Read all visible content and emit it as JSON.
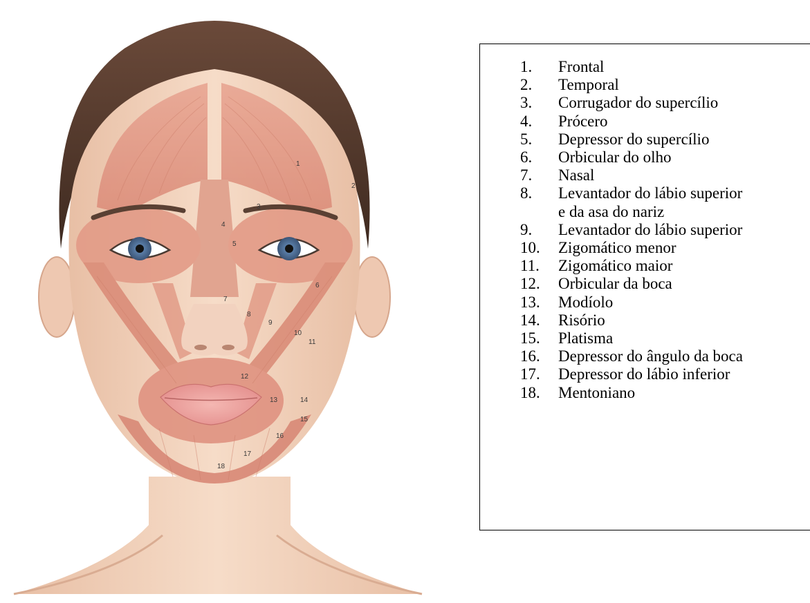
{
  "figure": {
    "labels": [
      "1",
      "2",
      "3",
      "4",
      "5",
      "6",
      "7",
      "8",
      "9",
      "10",
      "11",
      "12",
      "13",
      "14",
      "15",
      "16",
      "17",
      "18"
    ]
  },
  "legend": {
    "items": [
      {
        "num": "1.",
        "text": "Frontal"
      },
      {
        "num": "2.",
        "text": "Temporal"
      },
      {
        "num": "3.",
        "text": "Corrugador do supercílio"
      },
      {
        "num": "4.",
        "text": "Prócero"
      },
      {
        "num": "5.",
        "text": "Depressor do supercílio"
      },
      {
        "num": "6.",
        "text": "Orbicular do olho"
      },
      {
        "num": "7.",
        "text": "Nasal"
      },
      {
        "num": "8.",
        "text": "Levantador do lábio superior\ne da asa do nariz"
      },
      {
        "num": "9.",
        "text": "Levantador do lábio superior"
      },
      {
        "num": "10.",
        "text": "Zigomático menor"
      },
      {
        "num": "11.",
        "text": "Zigomático maior"
      },
      {
        "num": "12.",
        "text": "Orbicular da boca"
      },
      {
        "num": "13.",
        "text": "Modíolo"
      },
      {
        "num": "14.",
        "text": "Risório"
      },
      {
        "num": "15.",
        "text": "Platisma"
      },
      {
        "num": "16.",
        "text": "Depressor do ângulo da boca"
      },
      {
        "num": "17.",
        "text": "Depressor do lábio inferior"
      },
      {
        "num": "18.",
        "text": "Mentoniano"
      }
    ]
  }
}
